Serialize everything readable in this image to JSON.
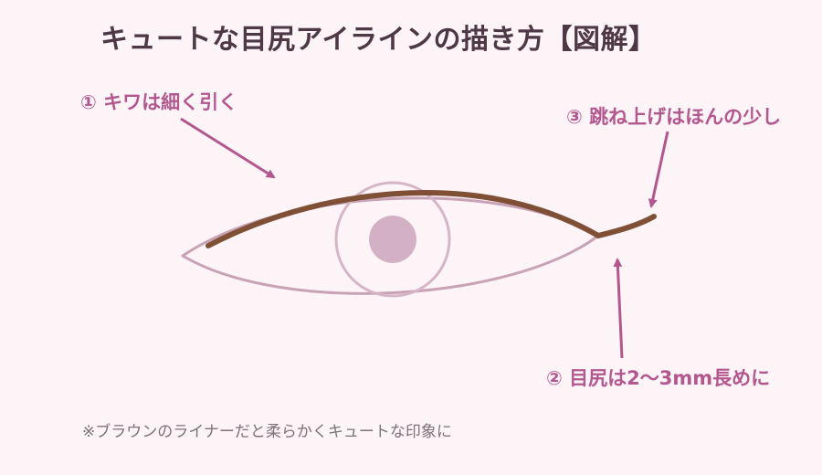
{
  "title": "キュートな目尻アイラインの描き方【図解】",
  "annotations": {
    "step1": "① キワは細く引く",
    "step2": "② 目尻は2〜3mm長めに",
    "step3": "③ 跳ね上げはほんの少し"
  },
  "footnote": "※ブラウンのライナーだと柔らかくキュートな印象に",
  "colors": {
    "background": "#fdf4f8",
    "title": "#4e3846",
    "accent": "#b3578f",
    "eyeline": "#7f4f36",
    "eye_outline": "#c8a2b5",
    "iris_ring": "#d6b5c7",
    "pupil": "#d4b0c4",
    "footnote": "#7f7079"
  }
}
